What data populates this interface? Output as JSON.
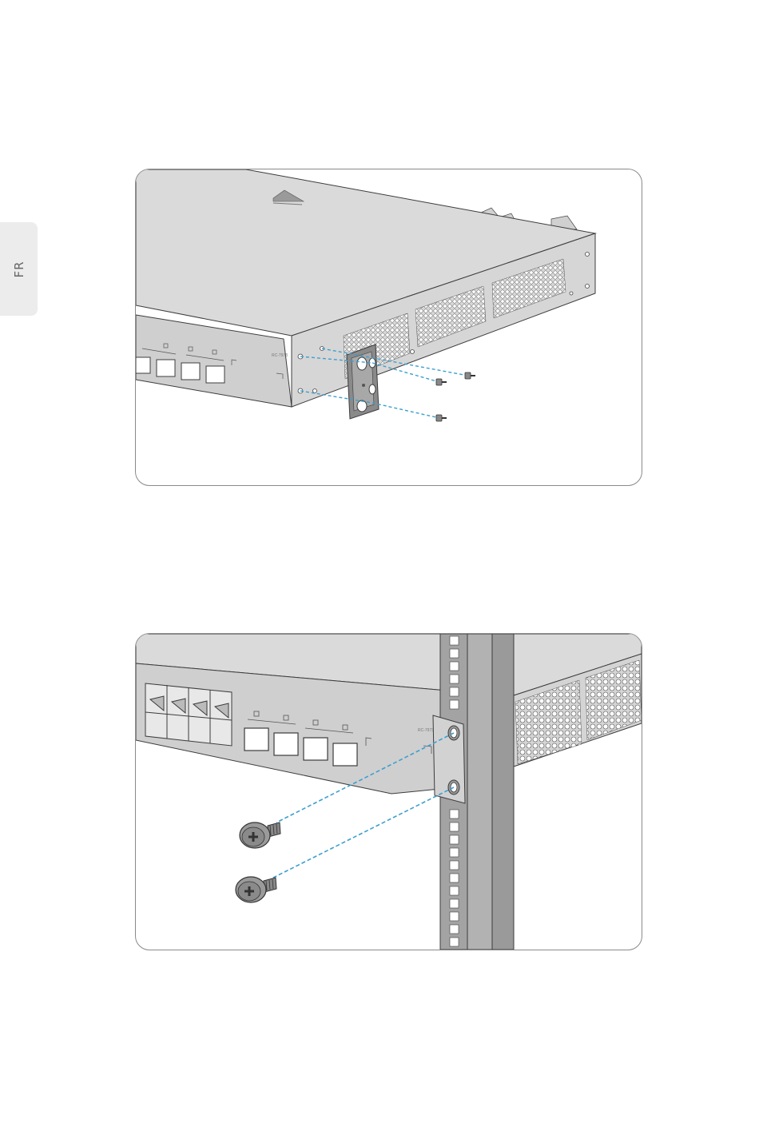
{
  "sidebar": {
    "language_tab": "FR"
  },
  "figures": [
    {
      "name": "bracket-attach-illustration",
      "device_label": "RC-7973"
    },
    {
      "name": "rack-mount-illustration",
      "device_label": "RC-7973"
    }
  ],
  "colors": {
    "device_top": "#dadada",
    "device_front": "#cfcfcf",
    "rack": "#a3a3a3",
    "guide_line": "#3d9fd0",
    "outline": "#3c3c3c"
  }
}
